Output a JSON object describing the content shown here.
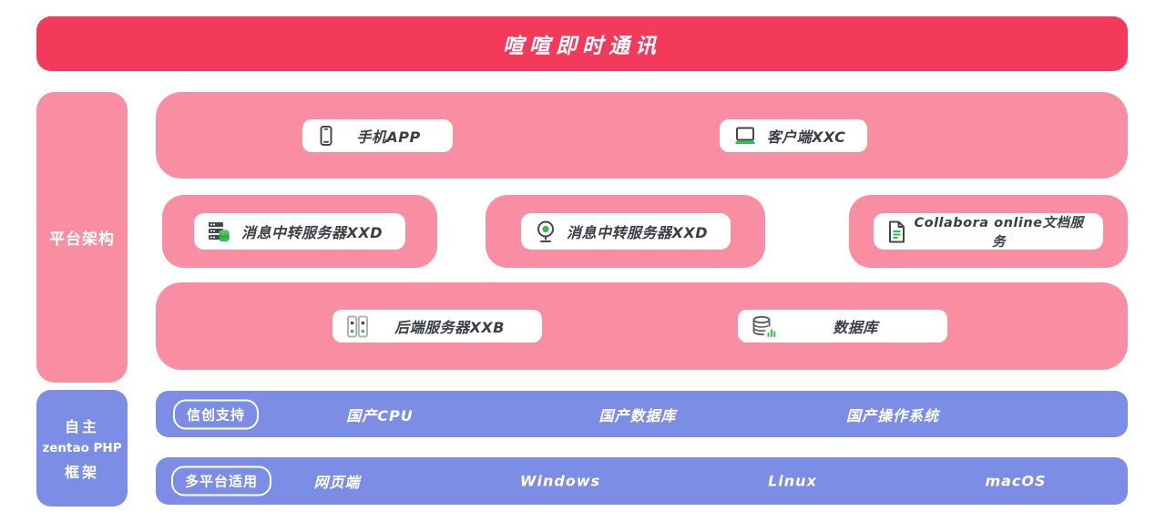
{
  "colors": {
    "accent_red": "#F43A5B",
    "pink": "#F98EA3",
    "blue": "#7B8DE4",
    "green": "#34BD52",
    "icon_dark": "#43474D",
    "text_dark": "#3A3F45",
    "white": "#FFFFFF"
  },
  "banner": {
    "title": "喧喧即时通讯"
  },
  "sidebar": {
    "platform": {
      "label": "平台架构"
    },
    "framework": {
      "line1": "自主",
      "line2": "zentao PHP",
      "line3": "框架"
    }
  },
  "architecture": {
    "clients": [
      {
        "label": "手机APP",
        "icon": "smartphone-icon"
      },
      {
        "label": "客户端XXC",
        "icon": "laptop-icon"
      }
    ],
    "middleware": [
      {
        "label": "消息中转服务器XXD",
        "icon": "server-stack-icon"
      },
      {
        "label": "消息中转服务器XXD",
        "icon": "webcam-icon"
      },
      {
        "label": "Collabora online文档服务",
        "icon": "document-icon"
      }
    ],
    "backend": [
      {
        "label": "后端服务器XXB",
        "icon": "tower-server-icon"
      },
      {
        "label": "数据库",
        "icon": "database-icon"
      }
    ]
  },
  "support_rows": [
    {
      "badge": "信创支持",
      "items": [
        "国产CPU",
        "国产数据库",
        "国产操作系统"
      ]
    },
    {
      "badge": "多平台适用",
      "items": [
        "网页端",
        "Windows",
        "Linux",
        "macOS"
      ]
    }
  ]
}
